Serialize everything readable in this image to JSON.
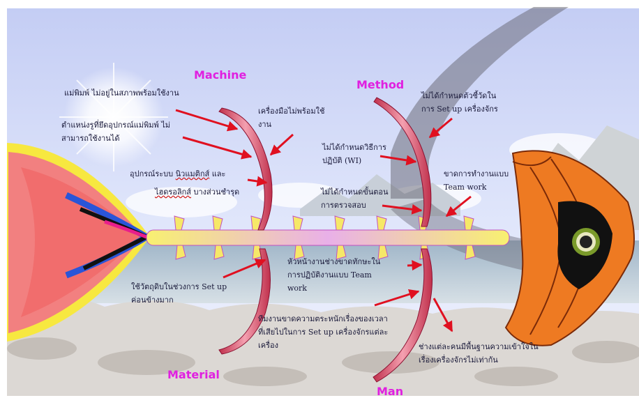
{
  "colors": {
    "category_label": "#e020e0",
    "arrow": "#e01020",
    "bone": "#f08aa0",
    "spine_a": "#f8f070",
    "spine_b": "#e070f0"
  },
  "categories": {
    "machine": "Machine",
    "method": "Method",
    "material": "Material",
    "man": "Man"
  },
  "causes": {
    "machine_1": "แม่พิมพ์ ไม่อยู่ในสภาพพร้อมใช้งาน",
    "machine_2": "ตำแหน่งรูที่ยึดอุปกรณ์แม่พิมพ์ ไม่\nสามารถใช้งานได้",
    "machine_3": "เครื่องมือไม่พร้อมใช้\nงาน",
    "machine_4a": "อุปกรณ์ระบบ ",
    "machine_4b": "นิวแมติกส์",
    "machine_4c": " และ",
    "machine_5a": "ไฮดรอลิกส์",
    "machine_5b": " บางส่วนชำรุด",
    "method_1": "ไม่ได้กำหนดตัวชี้วัดใน\nการ Set up เครื่องจักร",
    "method_2": "ไม่ได้กำหนดวิธีการ\nปฏิบัติ (WI)",
    "method_3": "ขาดการทำงานแบบ\nTeam work",
    "method_4": "ไม่ได้กำหนดขั้นตอน\nการตรวจสอบ",
    "material_1": "ใช้วัตถุดิบในช่วงการ Set up\nค่อนข้างมาก",
    "man_1": "หัวหน้างานช่างขาดทักษะใน\nการปฏิบัติงานแบบ Team\nwork",
    "man_2": "ทีมงานขาดความตระหนักเรื่องของเวลา\nที่เสียไปในการ Set up เครื่องจักรแต่ละ\nเครื่อง",
    "man_3": "ช่างแต่ละคนมีพื้นฐานความเข้าใจใน\nเรื่องเครื่องจักรไม่เท่ากัน"
  }
}
